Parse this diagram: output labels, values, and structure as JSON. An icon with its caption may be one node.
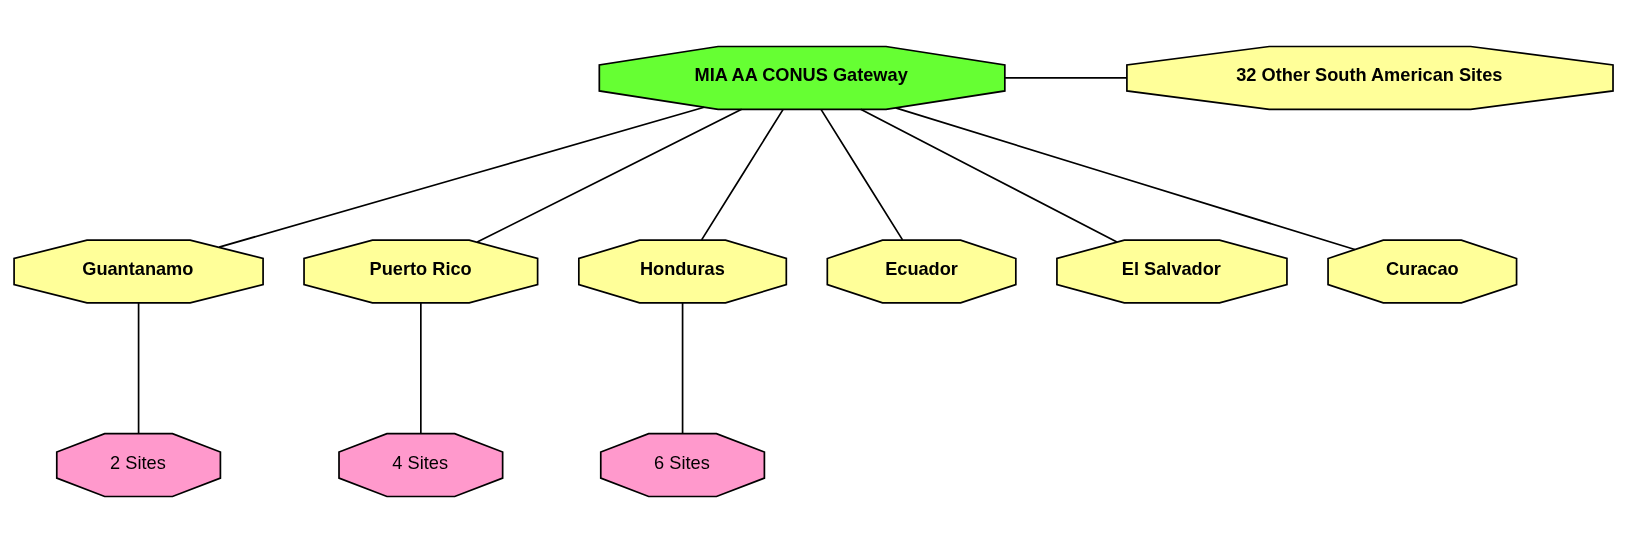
{
  "diagram": {
    "nodes": [
      {
        "text": [
          "MIA AA CONUS Gateway"
        ]
      },
      {
        "text": [
          "32 Other South American Sites"
        ]
      },
      {
        "text": [
          "Guantanamo"
        ]
      },
      {
        "text": [
          "Puerto Rico"
        ]
      },
      {
        "text": [
          "Honduras"
        ]
      },
      {
        "text": [
          "Ecuador"
        ]
      },
      {
        "text": [
          "El Salvador"
        ]
      },
      {
        "text": [
          "Curacao"
        ]
      },
      {
        "text": [
          "2 Sites"
        ]
      },
      {
        "text": [
          "4 Sites"
        ]
      },
      {
        "text": [
          "6 Sites"
        ]
      }
    ],
    "edges": [
      {
        "from": 0,
        "to": 1,
        "arrow": "none"
      },
      {
        "from": 0,
        "to": 2,
        "arrow": "none"
      },
      {
        "from": 0,
        "to": 3,
        "arrow": "none"
      },
      {
        "from": 0,
        "to": 4,
        "arrow": "none"
      },
      {
        "from": 0,
        "to": 5,
        "arrow": "none"
      },
      {
        "from": 0,
        "to": 6,
        "arrow": "none"
      },
      {
        "from": 0,
        "to": 7,
        "arrow": "none"
      },
      {
        "from": 2,
        "to": 8,
        "arrow": "none"
      },
      {
        "from": 3,
        "to": 9,
        "arrow": "none"
      },
      {
        "from": 4,
        "to": 10,
        "arrow": "none"
      }
    ]
  }
}
